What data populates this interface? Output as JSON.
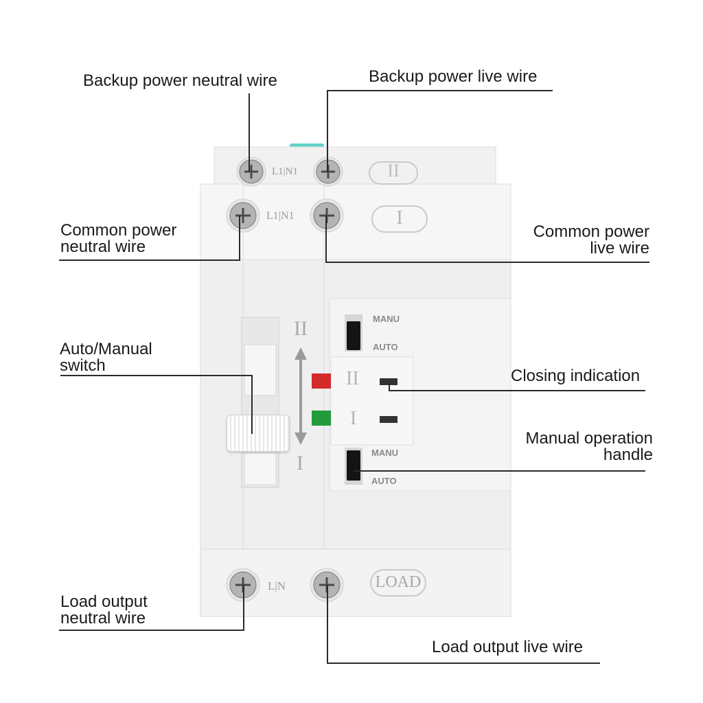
{
  "callouts": {
    "backup_neutral": "Backup power neutral wire",
    "backup_live": "Backup power live wire",
    "common_neutral_1": "Common power",
    "common_neutral_2": "neutral wire",
    "common_live_1": "Common power",
    "common_live_2": "live wire",
    "auto_manual_1": "Auto/Manual",
    "auto_manual_2": "switch",
    "closing_indication": "Closing indication",
    "manual_handle_1": "Manual operation",
    "manual_handle_2": "handle",
    "load_neutral_1": "Load output",
    "load_neutral_2": "neutral wire",
    "load_live": "Load output live wire"
  },
  "device": {
    "top_terminal_mark": "L1|N1",
    "top_badge": "II",
    "second_terminal_mark": "L1|N1",
    "second_badge": "I",
    "bottom_terminal_mark": "L|N",
    "bottom_badge": "LOAD",
    "position_upper": "II",
    "position_lower": "I",
    "indicator_upper": "II",
    "indicator_lower": "I",
    "slider_upper_top": "MANU",
    "slider_upper_bottom": "AUTO",
    "slider_lower_top": "MANU",
    "slider_lower_bottom": "AUTO"
  },
  "colors": {
    "body": "#eeeeee",
    "indicator_red": "#d42a2a",
    "indicator_green": "#239a3c",
    "accent_teal": "#5fd3c8"
  }
}
